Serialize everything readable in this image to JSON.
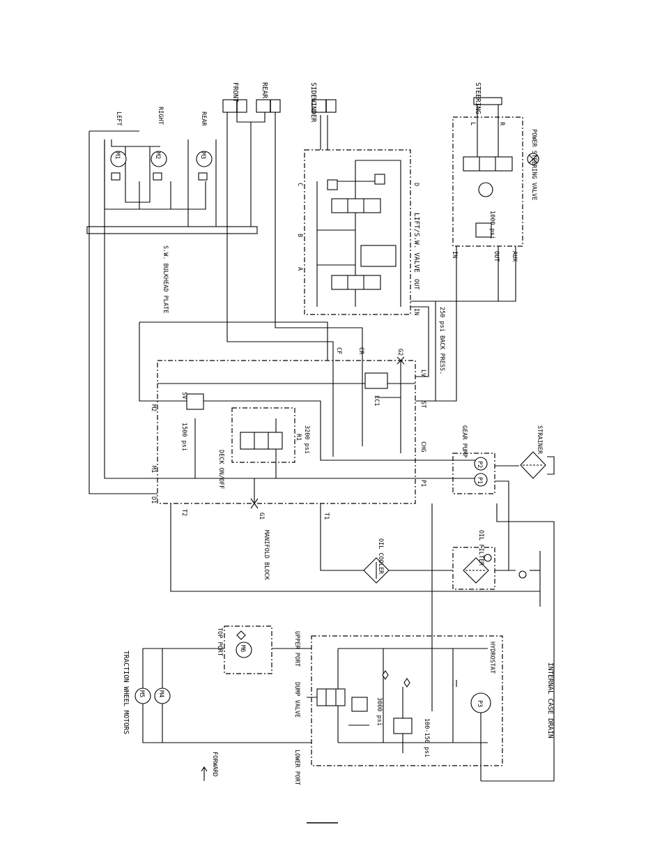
{
  "diagram": {
    "labels": {
      "front": "FRONT",
      "rear_cyl": "REAR",
      "sidewinder": "SIDEWINDER",
      "steering": "STEERING",
      "left": "LEFT",
      "right": "RIGHT",
      "rear_motor": "REAR",
      "power_steering_valve": "POWER STEERING VALVE",
      "psi_1000": "1000 psi",
      "steer_l": "L",
      "steer_r": "R",
      "ps_in": "IN",
      "ps_out": "OUT",
      "ps_aux": "AUX",
      "m1": "M1",
      "m2": "M2",
      "m3": "M3",
      "sw_bulkhead_plate": "S.W. BULKHEAD PLATE",
      "port_a": "A",
      "port_b": "B",
      "port_c": "C",
      "port_d": "D",
      "lift_sw_valve": "LIFT/S.W. VALVE",
      "lift_out": "OUT",
      "lift_in": "IN",
      "back_press": "250 psi BACK PRESS.",
      "cf": "CF",
      "cr": "CR",
      "g2": "G2",
      "lv": "LV",
      "lc1": "LC1",
      "st": "ST",
      "chg": "CHG",
      "p1": "P1",
      "sv": "SV",
      "psi_1500": "1500 psi",
      "r1": "R1",
      "psi_3200": "3200 psi",
      "deck_on_off": "DECK ON/OFF",
      "mani_m2": "M2",
      "mani_m1": "M1",
      "mani_d1": "D1",
      "t2": "T2",
      "g1": "G1",
      "t1": "T1",
      "manifold_block": "MANIFOLD BLOCK",
      "gear_pump": "GEAR PUMP",
      "strainer": "STRAINER",
      "pump_p1": "P1",
      "pump_p2": "P2",
      "oil_cooler": "OIL COOLER",
      "oil_filter": "OIL FILTER",
      "traction_wheel_motors": "TRACTION WHEEL MOTORS",
      "top_port": "TOP PORT",
      "upper_port": "UPPER PORT",
      "lower_port": "LOWER PORT",
      "dump_valve": "DUMP VALVE",
      "psi_3000": "3000 psi",
      "psi_100_150": "100-150 psi",
      "hydrostat": "HYDROSTAT",
      "p3": "P3",
      "internal_case_drain": "INTERNAL CASE DRAIN",
      "forward": "FORWARD",
      "m4": "M4",
      "m5": "M5",
      "m6": "M6"
    }
  }
}
